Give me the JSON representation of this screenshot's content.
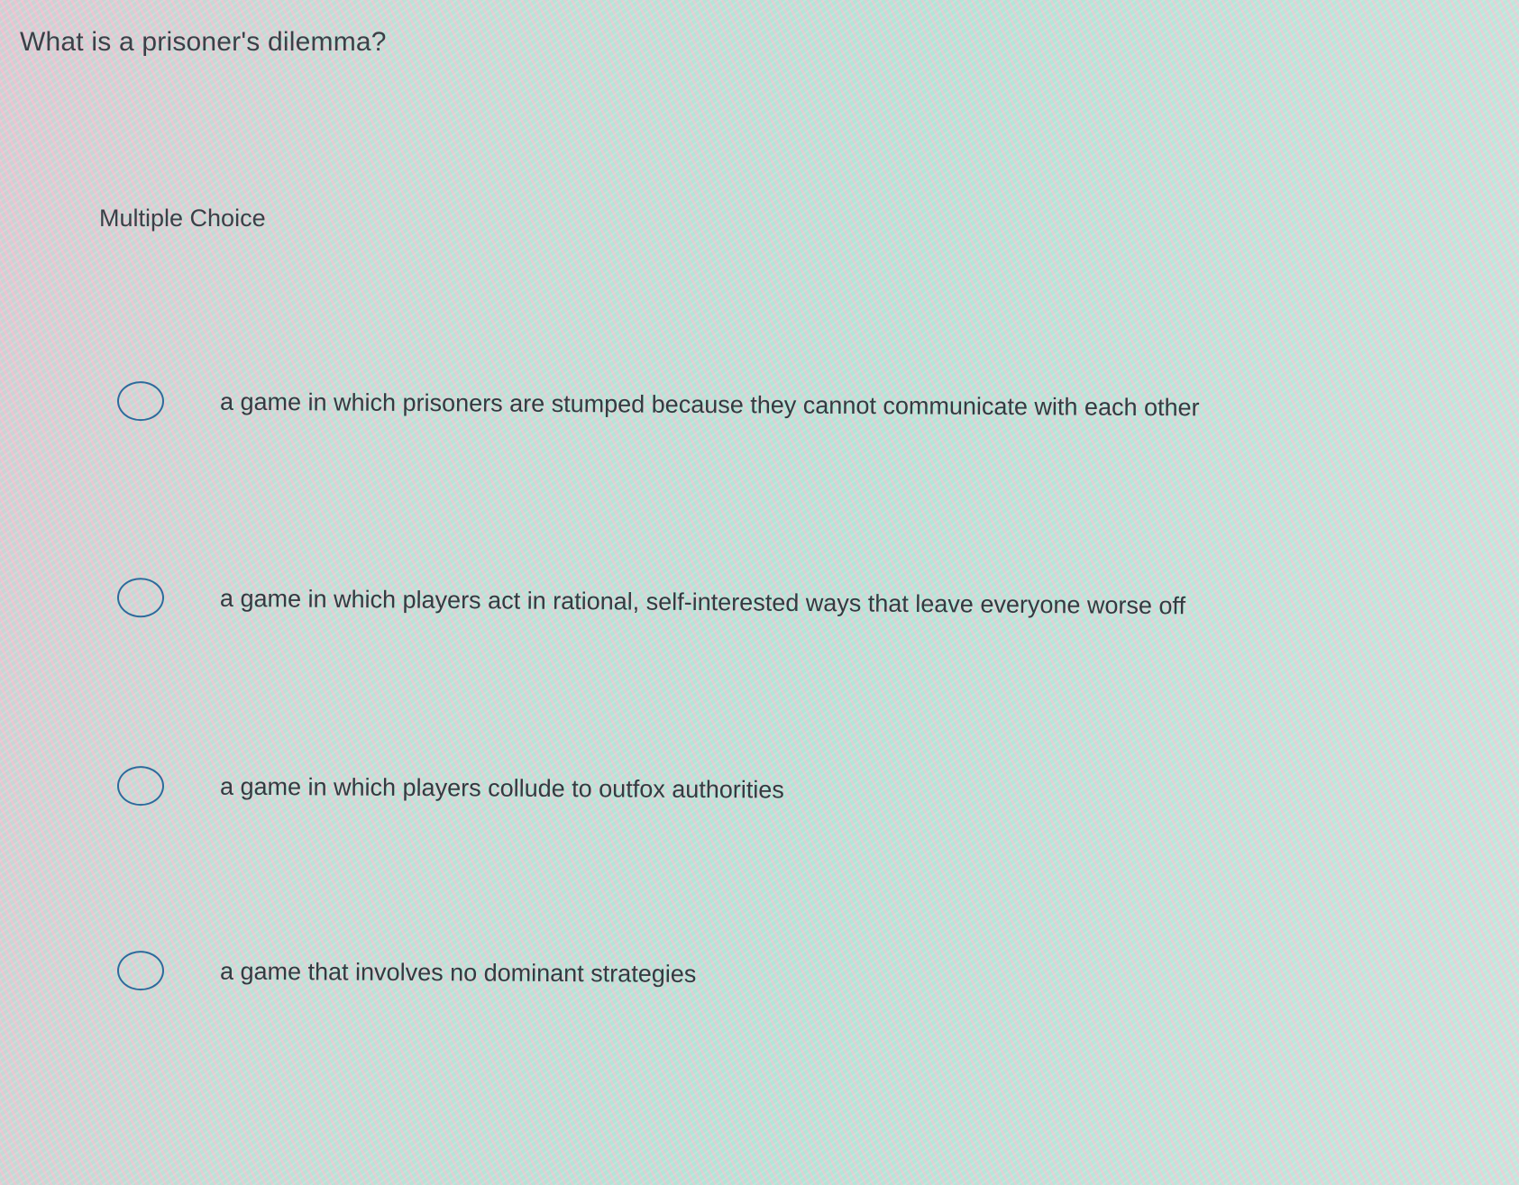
{
  "question": {
    "text": "What is a prisoner's dilemma?"
  },
  "question_type": {
    "label": "Multiple Choice"
  },
  "options": [
    {
      "label": "a game in which prisoners are stumped because they cannot communicate with each other",
      "selected": false
    },
    {
      "label": "a game in which players act in rational, self-interested ways that leave everyone worse off",
      "selected": false
    },
    {
      "label": "a game in which players collude to outfox authorities",
      "selected": false
    },
    {
      "label": "a game that involves no dominant strategies",
      "selected": false
    }
  ],
  "colors": {
    "radio_border": "#2f6a9a",
    "text": "#3b4047"
  },
  "icons": {
    "radio": "radio-unchecked-icon"
  }
}
